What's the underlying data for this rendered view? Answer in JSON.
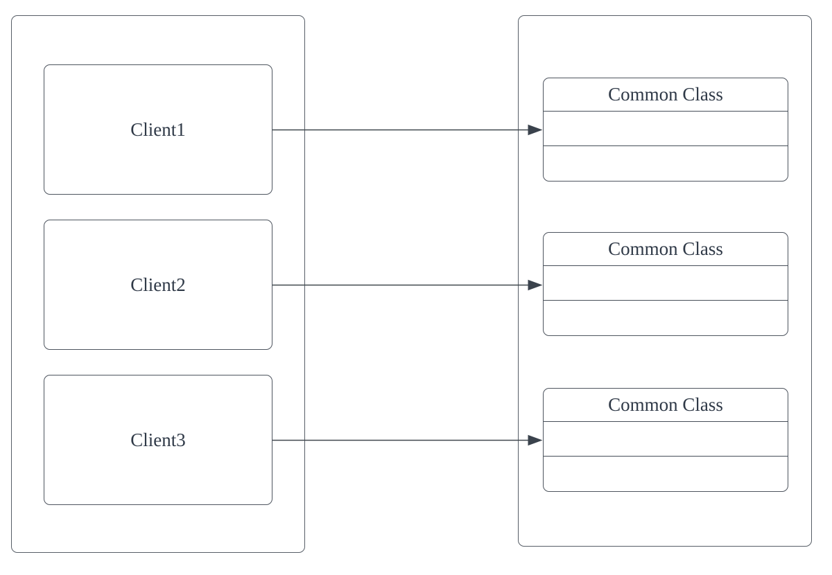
{
  "diagram": {
    "kind": "uml-dependency-diagram",
    "background": "#ffffff",
    "colors": {
      "group_border": "#565d66",
      "node_border": "#4d545e",
      "divider": "#454d57",
      "text": "#2f3947",
      "arrow": "#3a424c"
    },
    "clients": [
      {
        "label": "Client1"
      },
      {
        "label": "Client2"
      },
      {
        "label": "Client3"
      }
    ],
    "classes": [
      {
        "title": "Common Class",
        "compartments": [
          "",
          ""
        ]
      },
      {
        "title": "Common Class",
        "compartments": [
          "",
          ""
        ]
      },
      {
        "title": "Common Class",
        "compartments": [
          "",
          ""
        ]
      }
    ],
    "connections": [
      {
        "from": "Client1",
        "to": "Common Class 1",
        "style": "solid-arrow"
      },
      {
        "from": "Client2",
        "to": "Common Class 2",
        "style": "solid-arrow"
      },
      {
        "from": "Client3",
        "to": "Common Class 3",
        "style": "solid-arrow"
      }
    ]
  }
}
